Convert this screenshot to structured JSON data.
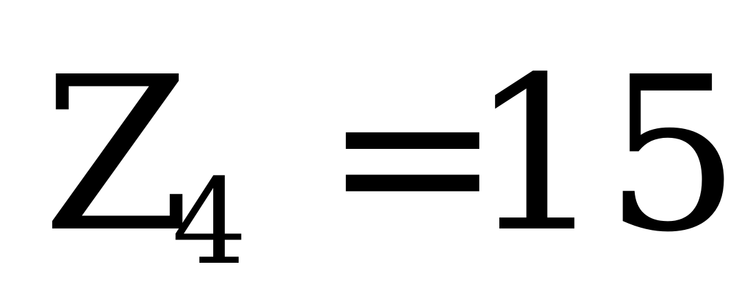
{
  "equation": {
    "variable": "Z",
    "subscript": "4",
    "operator": "=",
    "value": "15"
  }
}
